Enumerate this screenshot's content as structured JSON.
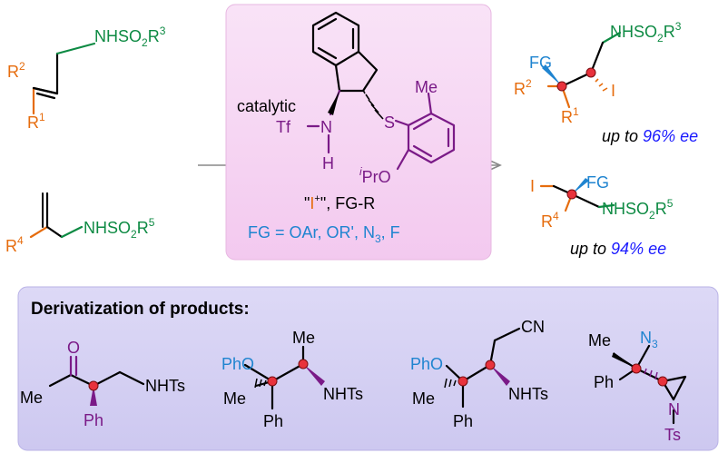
{
  "colors": {
    "orange": "#e66c0d",
    "green": "#0d8a43",
    "blue_fg": "#1f84d0",
    "purple": "#7a1a87",
    "ee_blue": "#1a1aff",
    "catalyst_box": "#f6d7f3",
    "deriv_box": "#d7d3f3",
    "stereocenter": "#e8323c"
  },
  "substrates": {
    "s1": {
      "amine": "NHSO",
      "amine_sub2": "2",
      "r3": "R",
      "r3_sup": "3",
      "r2": "R",
      "r2_sup": "2",
      "r1": "R",
      "r1_sup": "1"
    },
    "s2": {
      "r4": "R",
      "r4_sup": "4",
      "amine": "NHSO",
      "amine_sub2": "2",
      "r5": "R",
      "r5_sup": "5"
    }
  },
  "catalyst": {
    "catalytic_label": "catalytic",
    "tf": "Tf",
    "n": "N",
    "h": "H",
    "s": "S",
    "me": "Me",
    "ipr_i": "i",
    "ipr_o": "PrO",
    "reagent_quote_open": "\"",
    "reagent_i": "I",
    "reagent_plus": "+",
    "reagent_rest": "\", FG-R",
    "fg_line": "FG = OAr, OR', N",
    "fg_n3_sub": "3",
    "fg_line_end": ", F"
  },
  "products": {
    "p1": {
      "amine": "NHSO",
      "amine_sub2": "2",
      "r3": "R",
      "r3_sup": "3",
      "fg": "FG",
      "r2": "R",
      "r2_sup": "2",
      "r1": "R",
      "r1_sup": "1",
      "i": "I",
      "ee_prefix": "up to ",
      "ee_value": "96% ee"
    },
    "p2": {
      "i": "I",
      "fg": "FG",
      "r4": "R",
      "r4_sup": "4",
      "amine": "NHSO",
      "amine_sub2": "2",
      "r5": "R",
      "r5_sup": "5",
      "ee_prefix": "up to ",
      "ee_value": "94% ee"
    }
  },
  "derivatization": {
    "title": "Derivatization of products:",
    "d1": {
      "o": "O",
      "me": "Me",
      "ph": "Ph",
      "nhts": "NHTs"
    },
    "d2": {
      "pho": "PhO",
      "me_top": "Me",
      "me_left": "Me",
      "ph": "Ph",
      "nhts": "NHTs"
    },
    "d3": {
      "cn": "CN",
      "pho": "PhO",
      "me": "Me",
      "ph": "Ph",
      "nhts": "NHTs"
    },
    "d4": {
      "me": "Me",
      "n3": "N",
      "n3_sub": "3",
      "ph": "Ph",
      "n": "N",
      "ts": "Ts"
    }
  }
}
